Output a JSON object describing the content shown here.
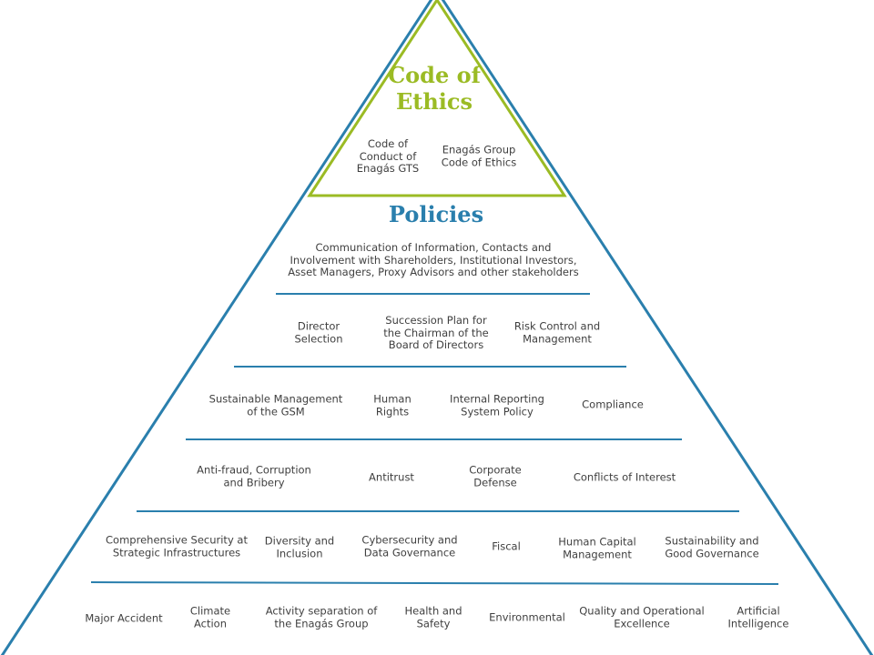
{
  "colors": {
    "ethics_green": "#9bbb24",
    "policies_blue": "#2a7fad",
    "text_gray": "#3f3f3f"
  },
  "ethics": {
    "title": "Code of\nEthics",
    "items": [
      "Code of\nConduct of\nEnagás GTS",
      "Enagás Group\nCode of Ethics"
    ]
  },
  "policies": {
    "title": "Policies",
    "tiers": [
      [
        "Communication of Information, Contacts and\nInvolvement with Shareholders, Institutional Investors,\nAsset Managers, Proxy Advisors and other stakeholders"
      ],
      [
        "Director\nSelection",
        "Succession Plan for\nthe Chairman of the\nBoard of Directors",
        "Risk Control and\nManagement"
      ],
      [
        "Sustainable Management\nof the GSM",
        "Human\nRights",
        "Internal Reporting\nSystem Policy",
        "Compliance"
      ],
      [
        "Anti-fraud, Corruption\nand Bribery",
        "Antitrust",
        "Corporate\nDefense",
        "Conflicts of Interest"
      ],
      [
        "Comprehensive Security at\nStrategic Infrastructures",
        "Diversity and\nInclusion",
        "Cybersecurity and\nData Governance",
        "Fiscal",
        "Human Capital\nManagement",
        "Sustainability and\nGood Governance"
      ],
      [
        "Major Accident",
        "Climate\nAction",
        "Activity separation of\nthe Enagás Group",
        "Health and\nSafety",
        "Environmental",
        "Quality and Operational\nExcellence",
        "Artificial\nIntelligence"
      ]
    ]
  }
}
